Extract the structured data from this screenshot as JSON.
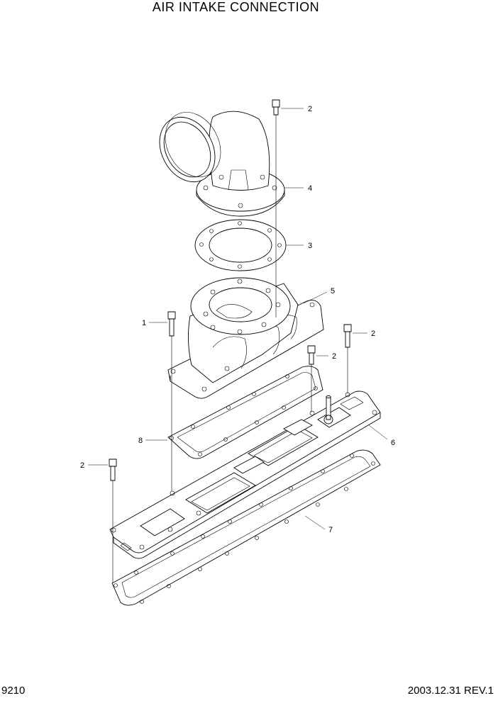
{
  "header": {
    "title": "AIR INTAKE CONNECTION"
  },
  "footer": {
    "page_number": "9210",
    "revision": "2003.12.31  REV.1"
  },
  "callouts": [
    {
      "id": "c2-top",
      "label": "2"
    },
    {
      "id": "c4",
      "label": "4"
    },
    {
      "id": "c3",
      "label": "3"
    },
    {
      "id": "c5",
      "label": "5"
    },
    {
      "id": "c1",
      "label": "1"
    },
    {
      "id": "c2-right",
      "label": "2"
    },
    {
      "id": "c2-mid",
      "label": "2"
    },
    {
      "id": "c8",
      "label": "8"
    },
    {
      "id": "c6",
      "label": "6"
    },
    {
      "id": "c2-left",
      "label": "2"
    },
    {
      "id": "c7",
      "label": "7"
    }
  ]
}
